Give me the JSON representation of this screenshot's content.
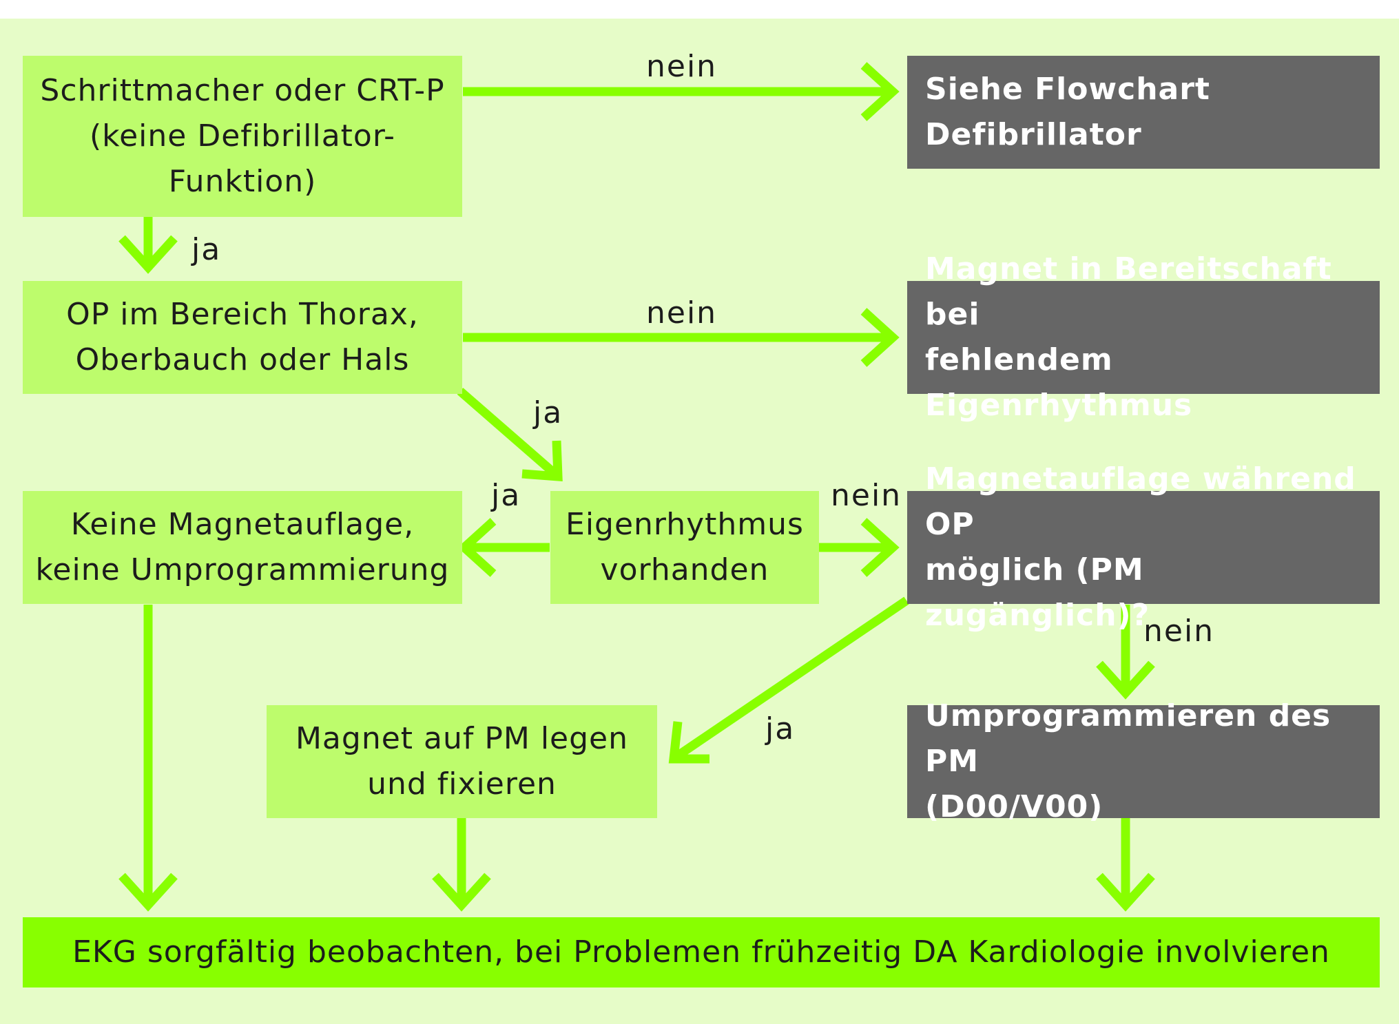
{
  "nodes": {
    "pacemaker": "Schrittmacher oder CRT-P\n(keine Defibrillator-\nFunktion)",
    "flowchart_defi": "Siehe Flowchart\nDefibrillator",
    "op_region": "OP im Bereich Thorax,\nOberbauch oder Hals",
    "magnet_standby": "Magnet in Bereitschaft bei\nfehlendem Eigenrhythmus",
    "no_magnet": "Keine Magnetauflage,\nkeine Umprogrammierung",
    "intrinsic_rhythm": "Eigenrhythmus\nvorhanden",
    "magnet_possible": "Magnetauflage während OP\nmöglich (PM zugänglich)?",
    "place_magnet": "Magnet auf PM legen\nund fixieren",
    "reprogram": "Umprogrammieren des PM\n(D00/V00)",
    "ecg_monitor": "EKG sorgfältig beobachten, bei Problemen frühzeitig DA Kardiologie involvieren"
  },
  "edge_labels": {
    "pacemaker_no": "nein",
    "pacemaker_yes": "ja",
    "op_no": "nein",
    "op_yes": "ja",
    "rhythm_yes": "ja",
    "rhythm_no": "nein",
    "magnet_no": "nein",
    "magnet_yes": "ja"
  },
  "colors": {
    "background": "#e6fcc8",
    "box_green": "#bdfc6c",
    "box_gray": "#666666",
    "box_bright": "#88ff00",
    "arrow": "#88ff00"
  }
}
